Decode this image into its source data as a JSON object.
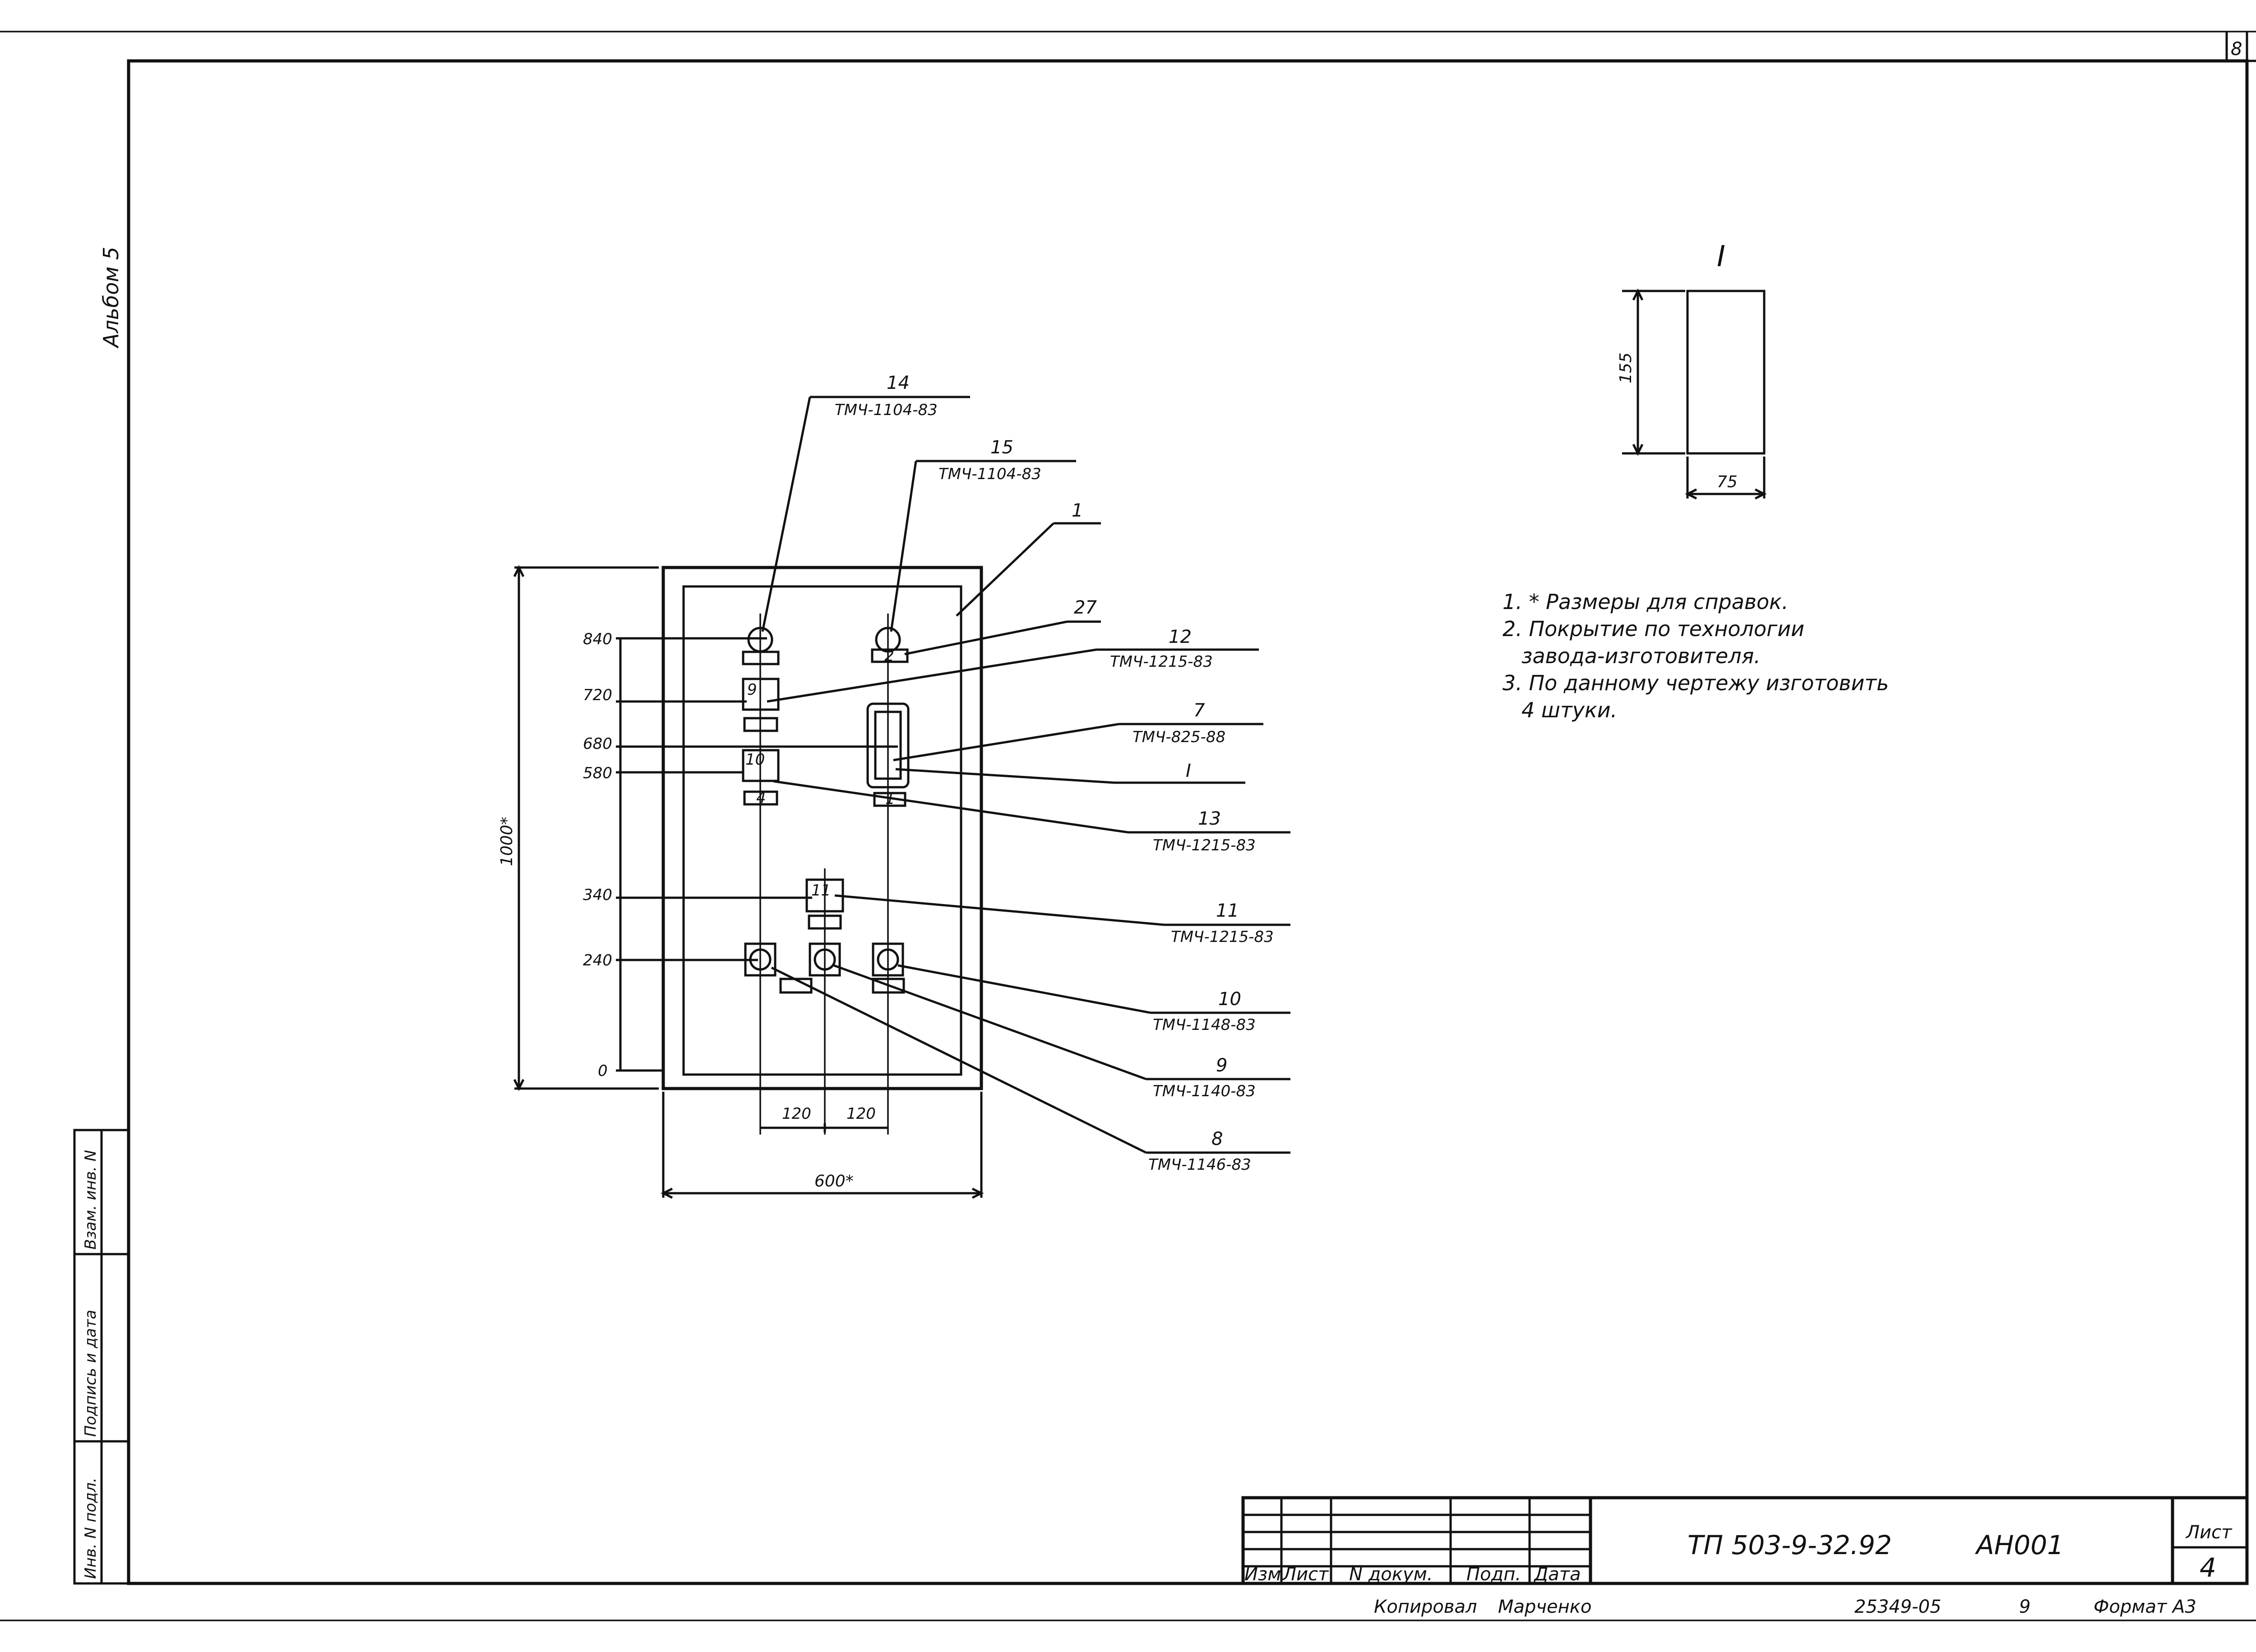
{
  "sheet_corner_mark": "8",
  "album_label": "Альбом 5",
  "side_stamp": {
    "field1": "Инв. N подл.",
    "field2": "Подпись и дата",
    "field3": "Взам. инв. N"
  },
  "main_view": {
    "level_labels": [
      "840",
      "720",
      "680",
      "580",
      "340",
      "240",
      "0"
    ],
    "height_label": "1000*",
    "width_label": "600*",
    "spacing_labels": [
      "120",
      "120"
    ],
    "small_box_numbers": [
      "2",
      "9",
      "10",
      "11",
      "1",
      "4"
    ],
    "callouts": [
      {
        "pos": "14",
        "code": "ТМЧ-1104-83"
      },
      {
        "pos": "15",
        "code": "ТМЧ-1104-83"
      },
      {
        "pos": "1",
        "code": ""
      },
      {
        "pos": "27",
        "code": ""
      },
      {
        "pos": "12",
        "code": "ТМЧ-1215-83"
      },
      {
        "pos": "7",
        "code": "ТМЧ-825-88"
      },
      {
        "pos": "I",
        "code": ""
      },
      {
        "pos": "13",
        "code": "ТМЧ-1215-83"
      },
      {
        "pos": "11",
        "code": "ТМЧ-1215-83"
      },
      {
        "pos": "10",
        "code": "ТМЧ-1148-83"
      },
      {
        "pos": "9",
        "code": "ТМЧ-1140-83"
      },
      {
        "pos": "8",
        "code": "ТМЧ-1146-83"
      }
    ]
  },
  "detail_view": {
    "label": "I",
    "height_label": "155",
    "width_label": "75"
  },
  "notes": [
    "1. * Размеры для справок.",
    "2. Покрытие по технологии",
    "завода-изготовителя.",
    "3. По данному чертежу изготовить",
    "4 штуки."
  ],
  "title_block": {
    "headers": [
      "Изм",
      "Лист",
      "N докум.",
      "Подп.",
      "Дата"
    ],
    "doc_code": "ТП 503-9-32.92",
    "doc_suffix": "АН001",
    "sheet_label": "Лист",
    "sheet_number": "4"
  },
  "footer": {
    "copied_by": "Копировал",
    "copier_name": "Марченко",
    "order_number": "25349-05",
    "order_extra": "9",
    "format": "Формат А3"
  }
}
